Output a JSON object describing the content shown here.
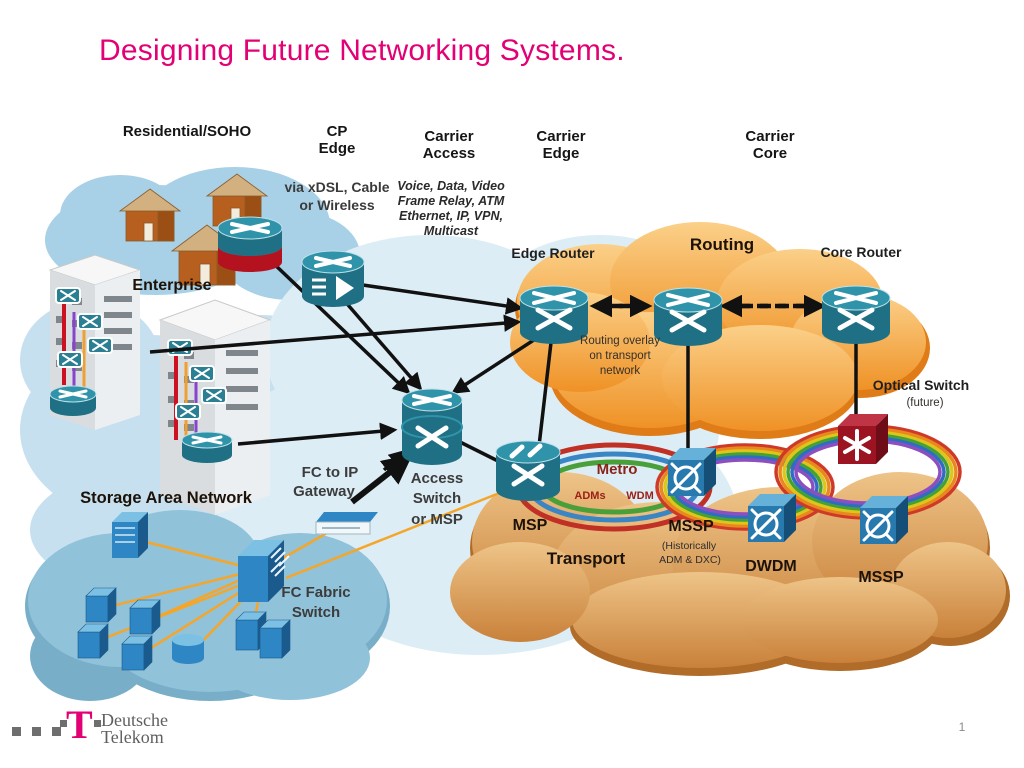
{
  "slide": {
    "title": "Designing Future Networking Systems.",
    "page_number": "1",
    "footer": {
      "logo_letter": "T",
      "brand_line1": "Deutsche",
      "brand_line2": "Telekom"
    }
  },
  "colors": {
    "brand_magenta": "#e20074",
    "cloud_blue_residential": "#a8d0e6",
    "cloud_blue_enterprise": "#c6e0ef",
    "cloud_blue_center": "#dcedf5",
    "cloud_blue_san": "#90c2da",
    "cloud_orange_routing": "#f09a2e",
    "cloud_tan_transport": "#d08a3e",
    "router_teal": "#1f7085",
    "device_cube_blue": "#2879ad",
    "optical_switch_red": "#9c1322",
    "residential_gateway_red": "#b5121f",
    "san_device_blue": "#2e86c4",
    "fiber_line_orange": "#f5a62a",
    "connection_line_black": "#111111",
    "metro_ring_red": "#c03024",
    "metro_ring_blue": "#3a85c4",
    "metro_ring_green": "#49a03a"
  },
  "diagram": {
    "headers": {
      "residential": "Residential/SOHO",
      "cp_edge": [
        "CP",
        "Edge"
      ],
      "carrier_access": [
        "Carrier",
        "Access"
      ],
      "carrier_edge": [
        "Carrier",
        "Edge"
      ],
      "carrier_core": [
        "Carrier",
        "Core"
      ]
    },
    "sublabels": {
      "cp_edge_via": [
        "via xDSL, Cable",
        "or Wireless"
      ],
      "carrier_access_services": [
        "Voice, Data, Video",
        "Frame Relay, ATM",
        "Ethernet, IP, VPN,",
        "Multicast"
      ]
    },
    "labels": {
      "enterprise": "Enterprise",
      "edge_router": "Edge Router",
      "routing": "Routing",
      "core_router": "Core Router",
      "routing_overlay": [
        "Routing overlay",
        "on transport",
        "network"
      ],
      "optical_switch": [
        "Optical Switch",
        "(future)"
      ],
      "access_switch": [
        "Access",
        "Switch",
        "or MSP"
      ],
      "fc_to_ip_gateway": [
        "FC to IP",
        "Gateway"
      ],
      "msp": "MSP",
      "metro": "Metro",
      "adms": "ADMs",
      "wdm": "WDM",
      "mssp_left": "MSSP",
      "mssp_left_sub": [
        "(Historically",
        "ADM & DXC)"
      ],
      "dwdm": "DWDM",
      "mssp_right": "MSSP",
      "transport": "Transport",
      "storage_area_network": "Storage Area Network",
      "fc_fabric_switch": [
        "FC Fabric",
        "Switch"
      ]
    }
  }
}
